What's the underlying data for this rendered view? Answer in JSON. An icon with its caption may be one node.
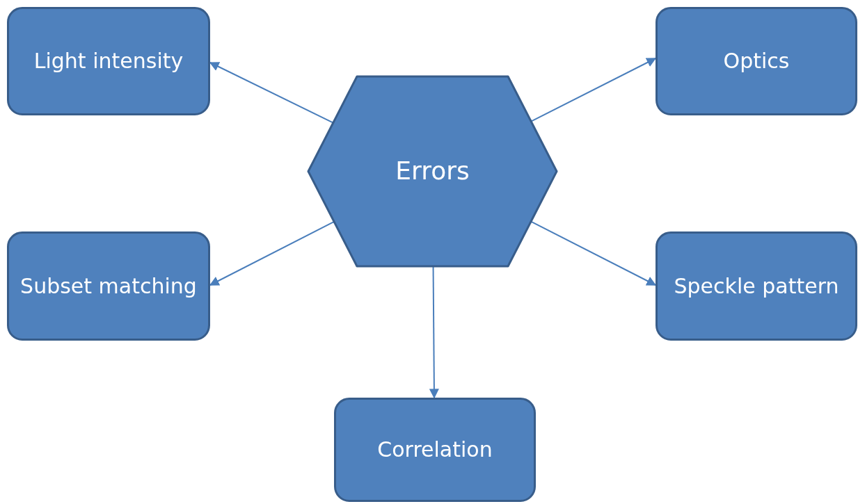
{
  "diagram": {
    "nodes": [
      {
        "text": [
          "Errors"
        ]
      },
      {
        "text": [
          "Light intensity"
        ]
      },
      {
        "text": [
          "Optics"
        ]
      },
      {
        "text": [
          "Subset matching"
        ]
      },
      {
        "text": [
          "Speckle pattern"
        ]
      },
      {
        "text": [
          "Correlation"
        ]
      }
    ],
    "edges": [
      {
        "from": 0,
        "to": 1,
        "arrow": "to"
      },
      {
        "from": 0,
        "to": 2,
        "arrow": "to"
      },
      {
        "from": 0,
        "to": 3,
        "arrow": "to"
      },
      {
        "from": 0,
        "to": 4,
        "arrow": "to"
      },
      {
        "from": 0,
        "to": 5,
        "arrow": "to"
      }
    ]
  }
}
